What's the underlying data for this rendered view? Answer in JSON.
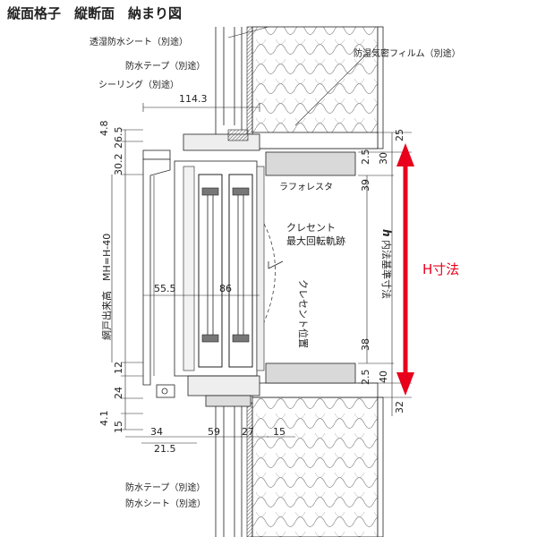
{
  "title": "縦面格子　縦断面　納まり図",
  "labels": {
    "moisture_sheet": "透湿防水シート（別途）",
    "waterproof_tape_top": "防水テープ（別途）",
    "sealing": "シーリング（別途）",
    "vapor_film": "防湿気密フィルム（別途）",
    "lafolesta": "ラフォレスタ",
    "crescent_track": [
      "クレセント",
      "最大回転軌跡"
    ],
    "crescent_position": "クレセント位置",
    "inner_std": "内法基準寸法",
    "inner_std_h": "h",
    "screen_height": "網戸出来高　MH=H-40",
    "h_dim": "H寸法",
    "waterproof_tape_bottom": "防水テープ（別途）",
    "waterproof_sheet": "防水シート（別途）"
  },
  "dims": {
    "d114_3": "114.3",
    "d4_8": "4.8",
    "d26_5": "26.5",
    "d30_2": "30.2",
    "d25": "25",
    "d2_5_top": "2.5",
    "d30": "30",
    "d39": "39",
    "d55_5": "55.5",
    "d86": "86",
    "d38": "38",
    "d12": "12",
    "d2_5_bottom": "2.5",
    "d40": "40",
    "d24": "24",
    "d32": "32",
    "d4_1": "4.1",
    "d15_left": "15",
    "d34": "34",
    "d59": "59",
    "d27": "27",
    "d15_right": "15",
    "d21_5": "21.5"
  },
  "colors": {
    "line": "#222222",
    "arrow": "#e8001c",
    "h_text": "#e8001c",
    "lafolesta_fill": "#d9d9d9"
  }
}
